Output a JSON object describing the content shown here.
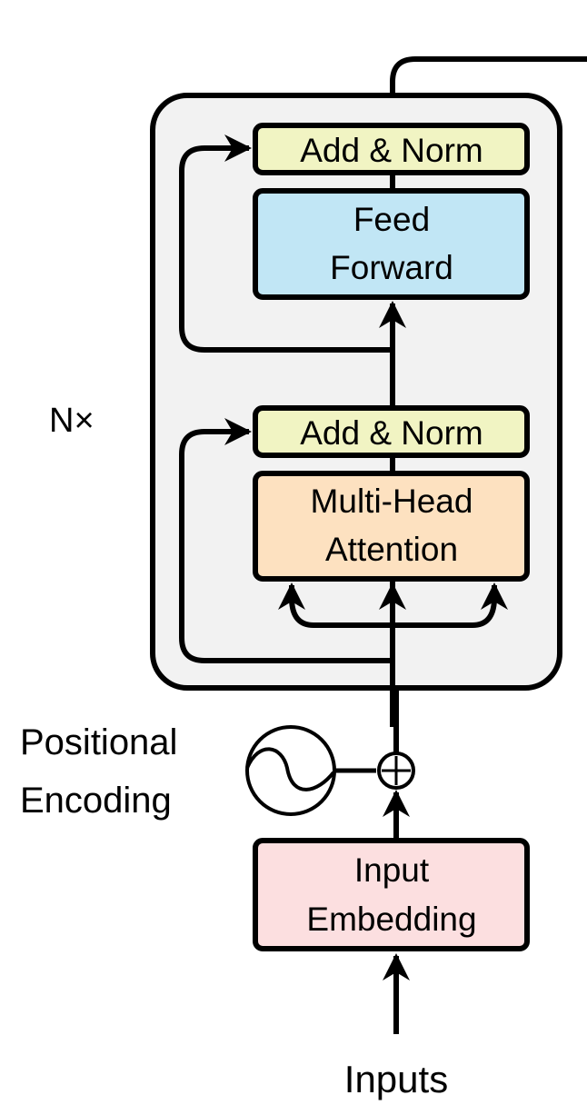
{
  "diagram": {
    "title": "Transformer Encoder",
    "repeat_label": "N×",
    "blocks": {
      "add_norm_top": {
        "label": "Add & Norm",
        "color": "#f1f4c3"
      },
      "feed_forward": {
        "lines": [
          "Feed",
          "Forward"
        ],
        "color": "#c1e6f5"
      },
      "add_norm_bottom": {
        "label": "Add & Norm",
        "color": "#f1f4c3"
      },
      "multi_head_attention": {
        "lines": [
          "Multi-Head",
          "Attention"
        ],
        "color": "#fde1c0"
      },
      "input_embedding": {
        "lines": [
          "Input",
          "Embedding"
        ],
        "color": "#fcdfe0"
      }
    },
    "positional_encoding": {
      "lines": [
        "Positional",
        "Encoding"
      ]
    },
    "inputs_label": "Inputs",
    "layer_container_color": "#f2f2f2"
  }
}
